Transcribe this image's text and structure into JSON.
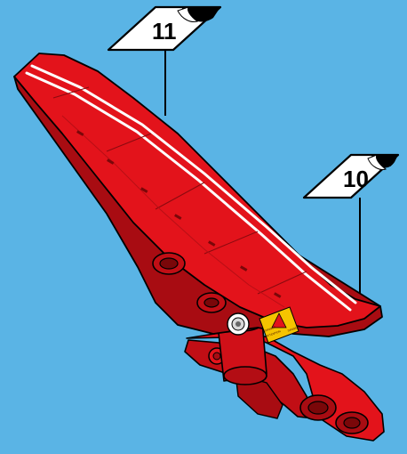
{
  "callouts": [
    {
      "number": "11"
    },
    {
      "number": "10"
    }
  ],
  "colors": {
    "background": "#5ab4e5",
    "wing_red": "#e3131b",
    "wing_dark": "#a80c12",
    "stripe": "#ffffff",
    "warning_label": "#f5c400"
  },
  "part": {
    "warning_label": {
      "line1": "DANGER",
      "line2": "ATTENTION",
      "line3": "DANGER"
    }
  }
}
